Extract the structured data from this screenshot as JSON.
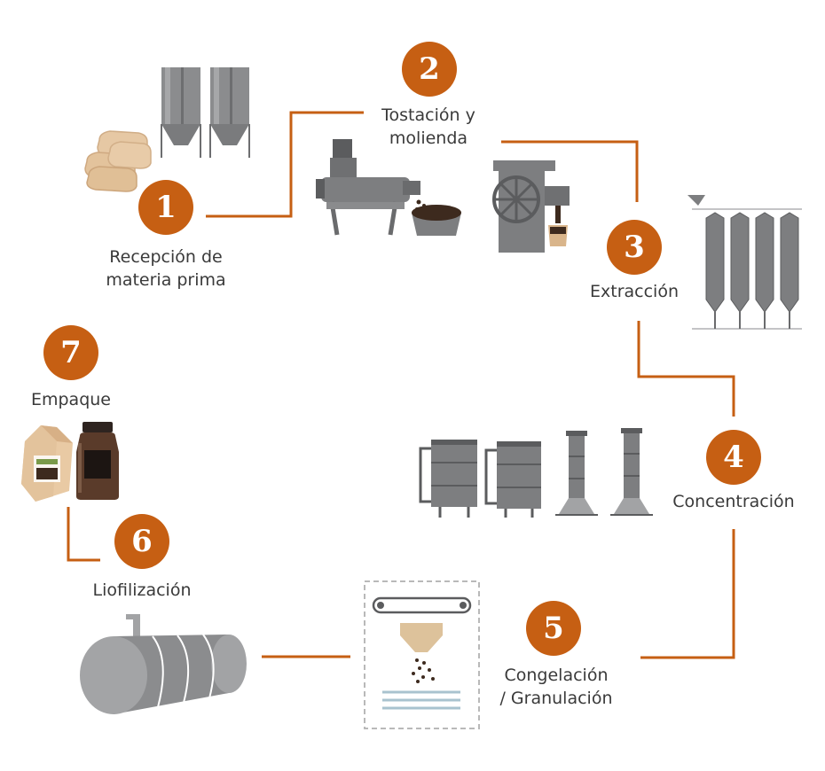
{
  "colors": {
    "accent": "#c65f13",
    "connector": "#c65f13",
    "machine": "#7d7e80",
    "machine_dark": "#5b5c5e",
    "machine_light": "#a2a3a5",
    "text": "#3a3a3a",
    "sack": "#e3c39c",
    "coffee": "#3d2a1e",
    "frame_dash": "#b9b9b9",
    "ice_lines": "#a9c3cf"
  },
  "steps": [
    {
      "number": "1",
      "lines": [
        "Recepción de",
        "materia prima"
      ],
      "icon": "silos-and-sacks-icon"
    },
    {
      "number": "2",
      "lines": [
        "Tostación y",
        "molienda"
      ],
      "icon": "roaster-and-grinder-icon"
    },
    {
      "number": "3",
      "lines": [
        "Extracción"
      ],
      "icon": "extraction-columns-icon"
    },
    {
      "number": "4",
      "lines": [
        "Concentración"
      ],
      "icon": "concentration-tanks-icon"
    },
    {
      "number": "5",
      "lines": [
        "Congelación",
        "/ Granulación"
      ],
      "icon": "freeze-granulation-icon"
    },
    {
      "number": "6",
      "lines": [
        "Liofilización"
      ],
      "icon": "freeze-dryer-drum-icon"
    },
    {
      "number": "7",
      "lines": [
        "Empaque"
      ],
      "icon": "coffee-bag-and-jar-icon"
    }
  ]
}
